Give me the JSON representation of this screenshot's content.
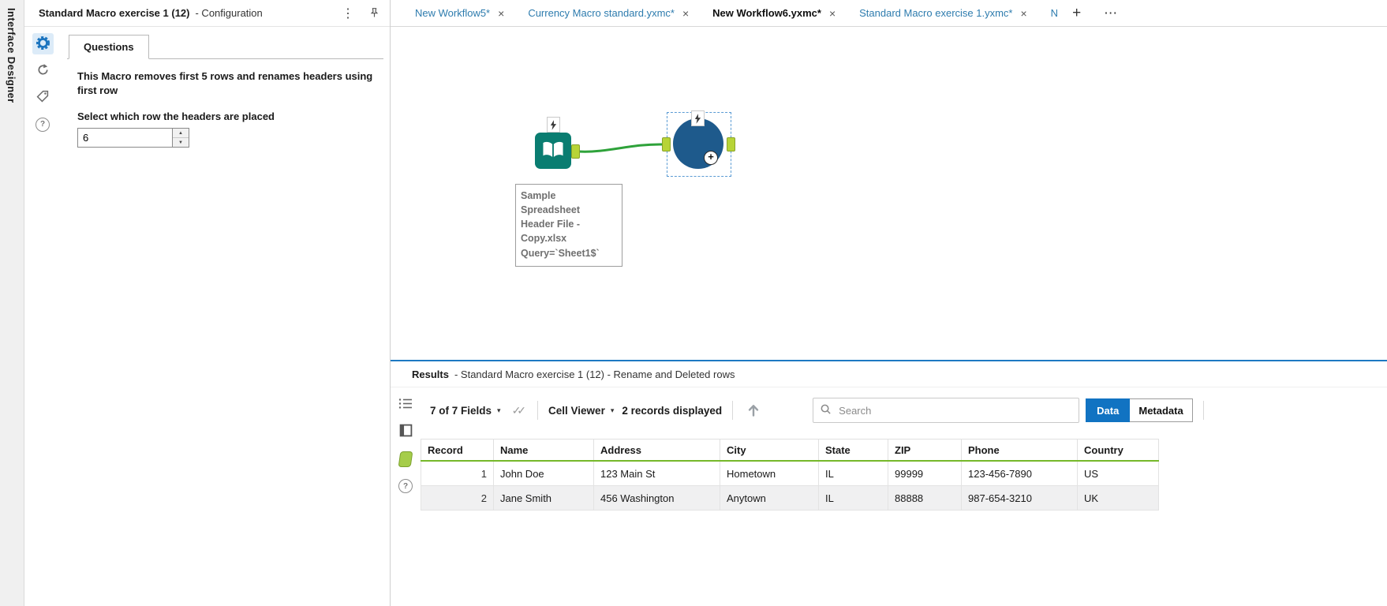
{
  "interface_designer": {
    "label": "Interface Designer"
  },
  "config_panel": {
    "title": "Standard Macro exercise 1 (12)",
    "subtitle": "- Configuration",
    "tab_label": "Questions",
    "description": "This Macro removes first 5 rows and renames headers using first row",
    "question_label": "Select which row the headers are placed",
    "row_value": "6"
  },
  "tabs": [
    {
      "label": "New Workflow5*"
    },
    {
      "label": "Currency Macro standard.yxmc*"
    },
    {
      "label": "New Workflow6.yxmc*"
    },
    {
      "label": "Standard Macro exercise 1.yxmc*"
    },
    {
      "label": "N"
    }
  ],
  "canvas": {
    "annotation": "Sample\nSpreadsheet\nHeader File -\nCopy.xlsx\nQuery=`Sheet1$`"
  },
  "results": {
    "title": "Results",
    "subtitle": "- Standard Macro exercise 1 (12) - Rename and Deleted rows",
    "toolbar": {
      "fields_label": "7 of 7 Fields",
      "cell_viewer_label": "Cell Viewer",
      "records_label": "2 records displayed",
      "search_placeholder": "Search",
      "data_label": "Data",
      "metadata_label": "Metadata"
    },
    "table": {
      "columns": [
        "Record",
        "Name",
        "Address",
        "City",
        "State",
        "ZIP",
        "Phone",
        "Country"
      ],
      "rows": [
        [
          "1",
          "John Doe",
          "123 Main St",
          "Hometown",
          "IL",
          "99999",
          "123-456-7890",
          "US"
        ],
        [
          "2",
          "Jane Smith",
          "456 Washington",
          "Anytown",
          "IL",
          "88888",
          "987-654-3210",
          "UK"
        ]
      ]
    }
  },
  "icons": {
    "kebab": "⋮",
    "close": "×",
    "plus": "+",
    "more": "⋯",
    "caret_down": "▾",
    "spinner_up": "▲",
    "spinner_down": "▼",
    "question": "?",
    "double_check": "✓✓"
  },
  "colors": {
    "accent_blue": "#1173c2",
    "tool_teal": "#0a7d71",
    "wire_green": "#2ea23a",
    "anchor_green": "#b7d437",
    "macro_blue": "#1e5a8c",
    "header_underline_green": "#76b82a"
  }
}
